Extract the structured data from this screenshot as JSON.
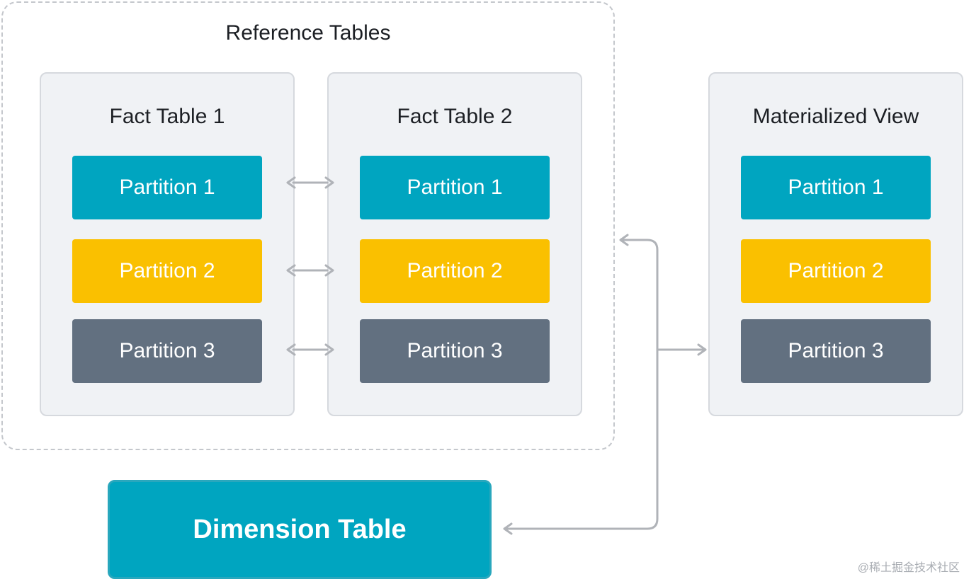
{
  "reference_group": {
    "title": "Reference Tables"
  },
  "fact_table_1": {
    "title": "Fact Table 1",
    "partitions": [
      "Partition 1",
      "Partition 2",
      "Partition 3"
    ]
  },
  "fact_table_2": {
    "title": "Fact Table 2",
    "partitions": [
      "Partition 1",
      "Partition 2",
      "Partition 3"
    ]
  },
  "materialized_view": {
    "title": "Materialized View",
    "partitions": [
      "Partition 1",
      "Partition 2",
      "Partition 3"
    ]
  },
  "dimension_table": {
    "label": "Dimension Table"
  },
  "watermark": "@稀土掘金技术社区",
  "colors": {
    "partition_1": "#00a5c0",
    "partition_2": "#fac000",
    "partition_3": "#627080",
    "panel_bg": "#f0f2f5",
    "arrow": "#b0b3b8"
  }
}
